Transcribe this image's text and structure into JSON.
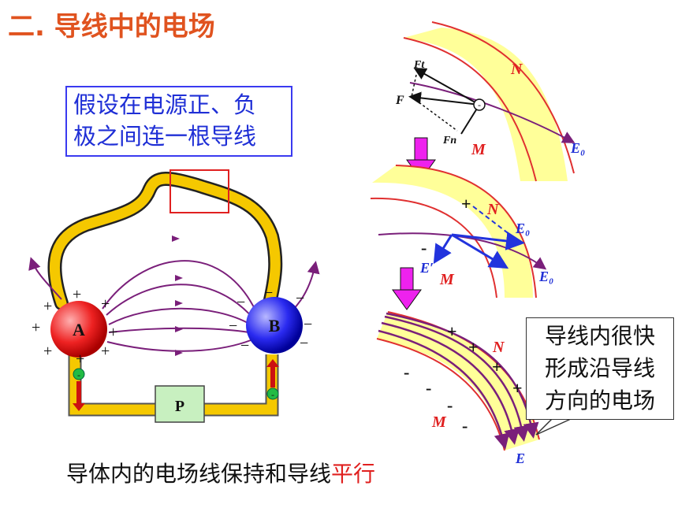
{
  "title": "二. 导线中的电场",
  "assumption": {
    "line1": "假设在电源正、负",
    "line2": "极之间连一根导线"
  },
  "circuit": {
    "positive_label": "A",
    "negative_label": "B",
    "source_label": "P"
  },
  "conductor_views": {
    "top": {
      "n_label": "N",
      "m_label": "M",
      "e0_label": "E₀",
      "ft_label": "Ft",
      "f_label": "F",
      "fn_label": "Fn"
    },
    "middle": {
      "n_label": "N",
      "m_label": "M",
      "e0_label_upper": "E₀",
      "e0_label_lower": "E₀",
      "eprime_label": "E′"
    },
    "bottom": {
      "n_label": "N",
      "m_label": "M",
      "e_label": "E"
    }
  },
  "callout": {
    "line1": "导线内很快",
    "line2": "形成沿导线",
    "line3": "方向的电场"
  },
  "conclusion": {
    "text": "导体内的电场线保持和导线",
    "highlight": "平行"
  },
  "colors": {
    "title": "#e0531f",
    "wire": "#f5c800",
    "field_line": "#7a1f7a",
    "arrow_down": "#ee22ee",
    "box_border": "#3a3af0"
  }
}
